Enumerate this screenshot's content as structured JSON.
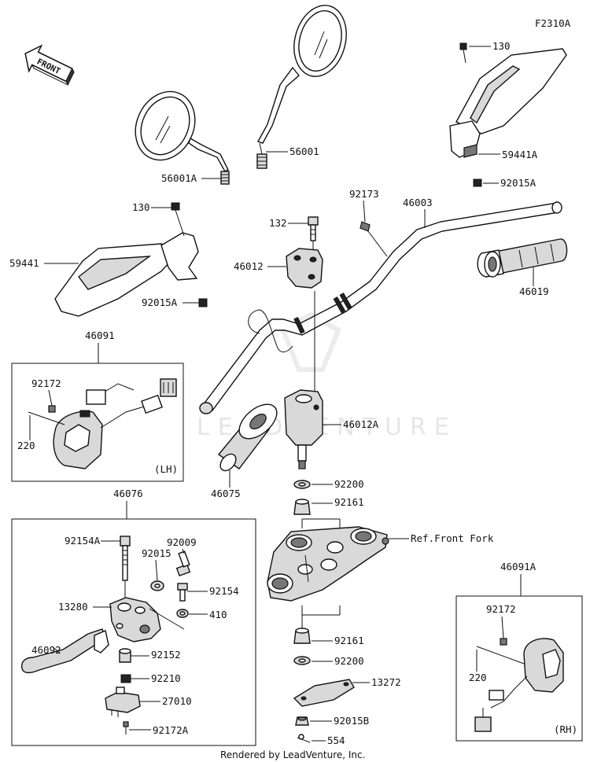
{
  "diagram_code": "F2310A",
  "front_arrow_text": "FRONT",
  "watermark_text": "LEADVENTURE",
  "footer_text": "Rendered by LeadVenture, Inc.",
  "boxes": {
    "lh": "(LH)",
    "rh": "(RH)"
  },
  "parts": {
    "p130_top": "130",
    "p59441A": "59441A",
    "p92015A_top": "92015A",
    "p56001": "56001",
    "p56001A": "56001A",
    "p130_left": "130",
    "p59441": "59441",
    "p92015A_left": "92015A",
    "p92173": "92173",
    "p46003": "46003",
    "p132": "132",
    "p46012": "46012",
    "p46019": "46019",
    "p46091": "46091",
    "p92172_lh": "92172",
    "p220_lh": "220",
    "p46012A": "46012A",
    "p46075": "46075",
    "p92200_top": "92200",
    "p92161_top": "92161",
    "ref_front_fork": "Ref.Front Fork",
    "p46076": "46076",
    "p92154A": "92154A",
    "p92009": "92009",
    "p92015": "92015",
    "p92154": "92154",
    "p13280": "13280",
    "p410": "410",
    "p46092": "46092",
    "p92152": "92152",
    "p92210": "92210",
    "p27010": "27010",
    "p92172A": "92172A",
    "p92161_bot": "92161",
    "p92200_bot": "92200",
    "p13272": "13272",
    "p92015B": "92015B",
    "p554": "554",
    "p46091A": "46091A",
    "p92172_rh": "92172",
    "p220_rh": "220"
  }
}
